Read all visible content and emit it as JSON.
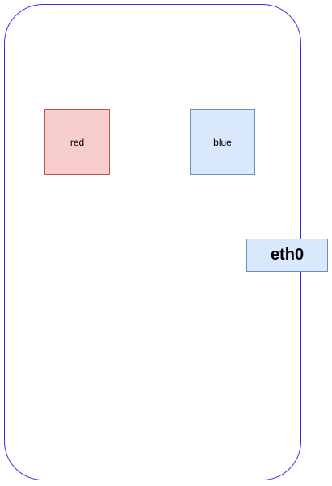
{
  "diagram": {
    "container": {
      "border_color": "#3333ee"
    },
    "nodes": {
      "red": {
        "label": "red",
        "fill": "#f8cecc",
        "stroke": "#b85450"
      },
      "blue": {
        "label": "blue",
        "fill": "#dae8fc",
        "stroke": "#6c8ebf"
      },
      "eth0": {
        "label": "eth0",
        "fill": "#dae8fc",
        "stroke": "#6c8ebf"
      }
    }
  }
}
